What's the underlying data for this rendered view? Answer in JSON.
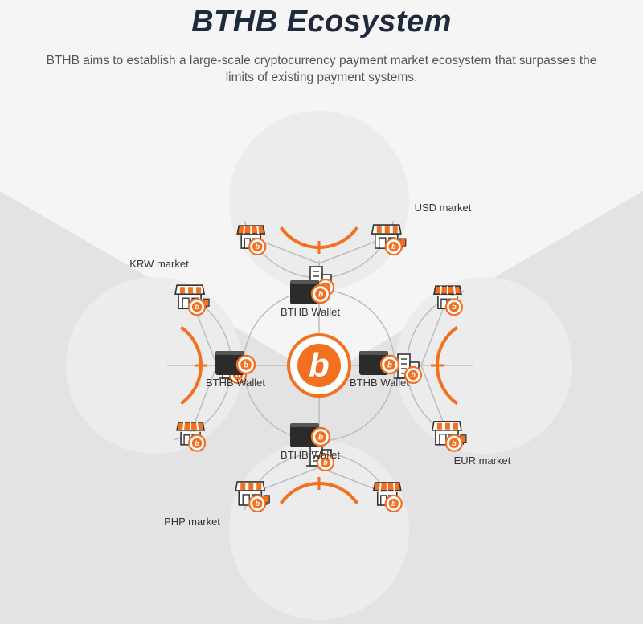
{
  "header": {
    "title": "BTHB Ecosystem",
    "subtitle": "BTHB aims to establish a large-scale cryptocurrency payment market ecosystem that surpasses the limits of existing payment systems."
  },
  "hub": {
    "logo_letter": "b"
  },
  "wallets": [
    {
      "id": "top",
      "label": "BTHB Wallet"
    },
    {
      "id": "left",
      "label": "BTHB Wallet"
    },
    {
      "id": "right",
      "label": "BTHB Wallet"
    },
    {
      "id": "bottom",
      "label": "BTHB Wallet"
    }
  ],
  "markets": [
    {
      "id": "usd",
      "label": "USD market",
      "merchants": [
        "store-icon",
        "building-icon",
        "shop-icon"
      ]
    },
    {
      "id": "krw",
      "label": "KRW market",
      "merchants": [
        "store-icon",
        "building-icon",
        "shop-icon"
      ]
    },
    {
      "id": "eur",
      "label": "EUR market",
      "merchants": [
        "store-icon",
        "building-icon",
        "shop-icon"
      ]
    },
    {
      "id": "php",
      "label": "PHP market",
      "merchants": [
        "store-icon",
        "building-icon",
        "shop-icon"
      ]
    }
  ],
  "colors": {
    "accent": "#f37021",
    "dark": "#2b2b2b",
    "title": "#1f2a3c",
    "line": "#bdbdbd",
    "circle_fill": "#ececec"
  }
}
